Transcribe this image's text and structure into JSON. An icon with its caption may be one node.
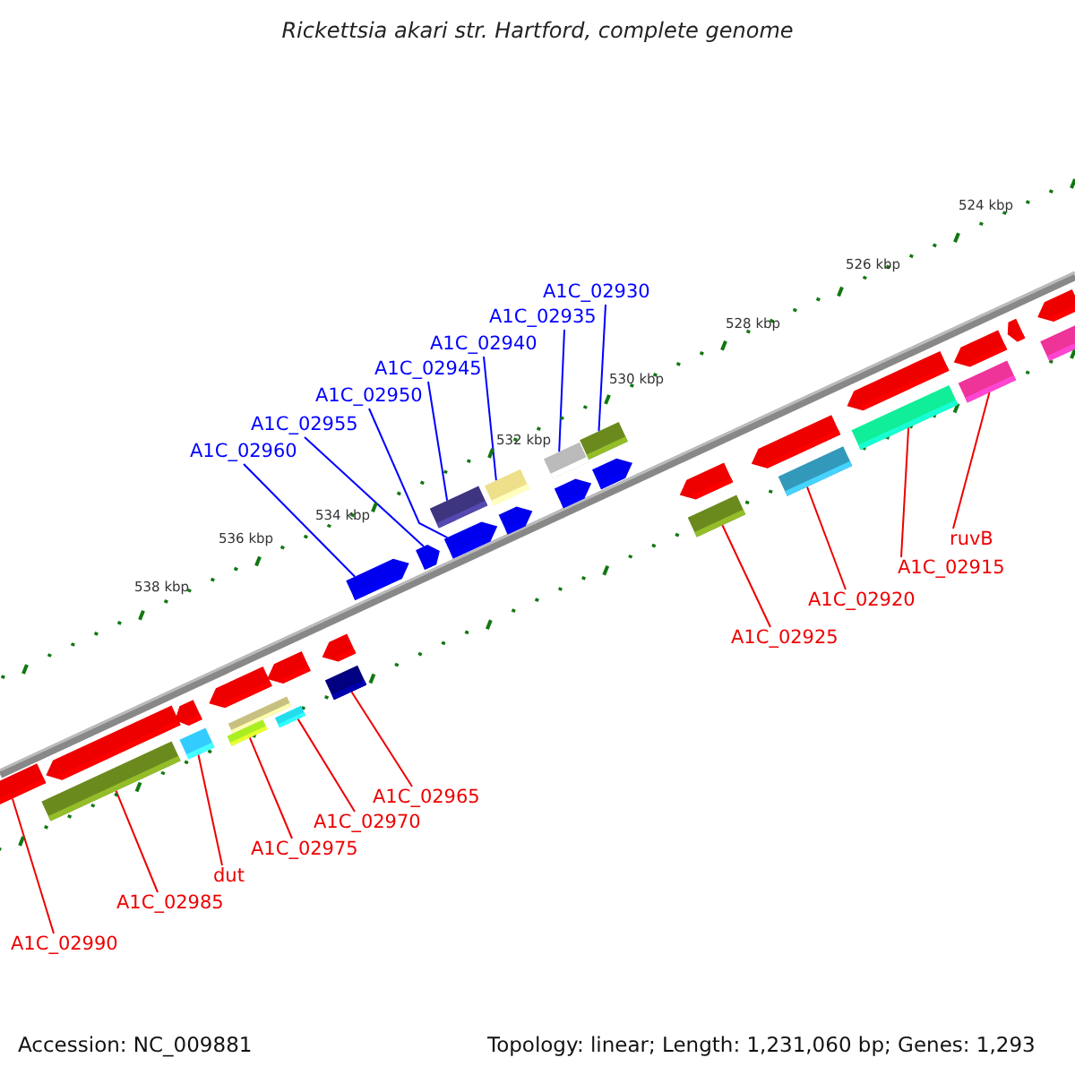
{
  "diagram": {
    "title": "Rickettsia akari str. Hartford, complete genome",
    "nodes": [
      {
        "text": [
          "A1C_02930"
        ]
      },
      {
        "text": [
          "A1C_02935"
        ]
      },
      {
        "text": [
          "A1C_02940"
        ]
      },
      {
        "text": [
          "A1C_02945"
        ]
      },
      {
        "text": [
          "A1C_02950"
        ]
      },
      {
        "text": [
          "A1C_02955"
        ]
      },
      {
        "text": [
          "A1C_02960"
        ]
      },
      {
        "text": [
          "ruvB"
        ]
      },
      {
        "text": [
          "A1C_02915"
        ]
      },
      {
        "text": [
          "A1C_02920"
        ]
      },
      {
        "text": [
          "A1C_02925"
        ]
      },
      {
        "text": [
          "A1C_02965"
        ]
      },
      {
        "text": [
          "A1C_02970"
        ]
      },
      {
        "text": [
          "A1C_02975"
        ]
      },
      {
        "text": [
          "dut"
        ]
      },
      {
        "text": [
          "A1C_02985"
        ]
      },
      {
        "text": [
          "A1C_02990"
        ]
      },
      {
        "text": [],
        "shape": "pentagon"
      },
      {
        "text": [],
        "shape": "pentagon"
      },
      {
        "text": [],
        "shape": "bar"
      },
      {
        "text": [],
        "shape": "pentagon"
      },
      {
        "text": [],
        "shape": "bar"
      },
      {
        "text": [],
        "shape": "pentagon"
      },
      {
        "text": [],
        "shape": "bar"
      },
      {
        "text": [],
        "shape": "bar"
      },
      {
        "text": [],
        "shape": "pentagon"
      },
      {
        "text": [],
        "shape": "bar"
      },
      {
        "text": [],
        "shape": "pentagon"
      },
      {
        "text": [],
        "shape": "bar"
      },
      {
        "text": [],
        "shape": "pentagon"
      },
      {
        "text": [],
        "shape": "pentagon"
      },
      {
        "text": [],
        "shape": "bar"
      },
      {
        "text": [],
        "shape": "pentagon"
      },
      {
        "text": [],
        "shape": "bar"
      },
      {
        "text": [],
        "shape": "pentagon"
      },
      {
        "text": [],
        "shape": "bar"
      },
      {
        "text": [],
        "shape": "pentagon"
      },
      {
        "text": [],
        "shape": "bar"
      },
      {
        "text": [],
        "shape": "pentagon"
      },
      {
        "text": [],
        "shape": "pentagon"
      },
      {
        "text": [],
        "shape": "bar"
      },
      {
        "text": [],
        "shape": "pentagon"
      },
      {
        "text": [],
        "shape": "bar"
      },
      {
        "text": [],
        "shape": "pentagon"
      },
      {
        "text": [],
        "shape": "bar"
      },
      {
        "text": [],
        "shape": "pentagon"
      },
      {
        "text": [],
        "shape": "bar"
      },
      {
        "text": [],
        "shape": "pentagon"
      },
      {
        "text": [],
        "shape": "pentagon"
      },
      {
        "text": [],
        "shape": "bar"
      }
    ],
    "edges": [
      {
        "from": 0,
        "to": 37,
        "arrow": "none",
        "color": "#0000ff"
      },
      {
        "from": 1,
        "to": 35,
        "arrow": "none",
        "color": "#0000ff"
      },
      {
        "from": 2,
        "to": 33,
        "arrow": "none",
        "color": "#0000ff"
      },
      {
        "from": 3,
        "to": 31,
        "arrow": "none",
        "color": "#0000ff"
      },
      {
        "from": 4,
        "to": 32,
        "arrow": "none",
        "color": "#0000ff"
      },
      {
        "from": 5,
        "to": 30,
        "arrow": "none",
        "color": "#0000ff"
      },
      {
        "from": 6,
        "to": 29,
        "arrow": "none",
        "color": "#0000ff"
      },
      {
        "from": 7,
        "to": 46,
        "arrow": "none"
      },
      {
        "from": 8,
        "to": 44,
        "arrow": "none"
      },
      {
        "from": 9,
        "to": 42,
        "arrow": "none"
      },
      {
        "from": 10,
        "to": 40,
        "arrow": "none"
      },
      {
        "from": 11,
        "to": 28,
        "arrow": "none"
      },
      {
        "from": 12,
        "to": 26,
        "arrow": "none"
      },
      {
        "from": 13,
        "to": 23,
        "arrow": "none"
      },
      {
        "from": 14,
        "to": 21,
        "arrow": "none"
      },
      {
        "from": 15,
        "to": 19,
        "arrow": "none"
      },
      {
        "from": 16,
        "to": 17,
        "arrow": "none"
      }
    ],
    "labels": [
      "524 kbp",
      "526 kbp",
      "528 kbp",
      "530 kbp",
      "532 kbp",
      "534 kbp",
      "536 kbp",
      "538 kbp",
      "Accession: NC_009881",
      "Topology: linear; Length: 1,231,060 bp; Genes: 1,293"
    ]
  }
}
